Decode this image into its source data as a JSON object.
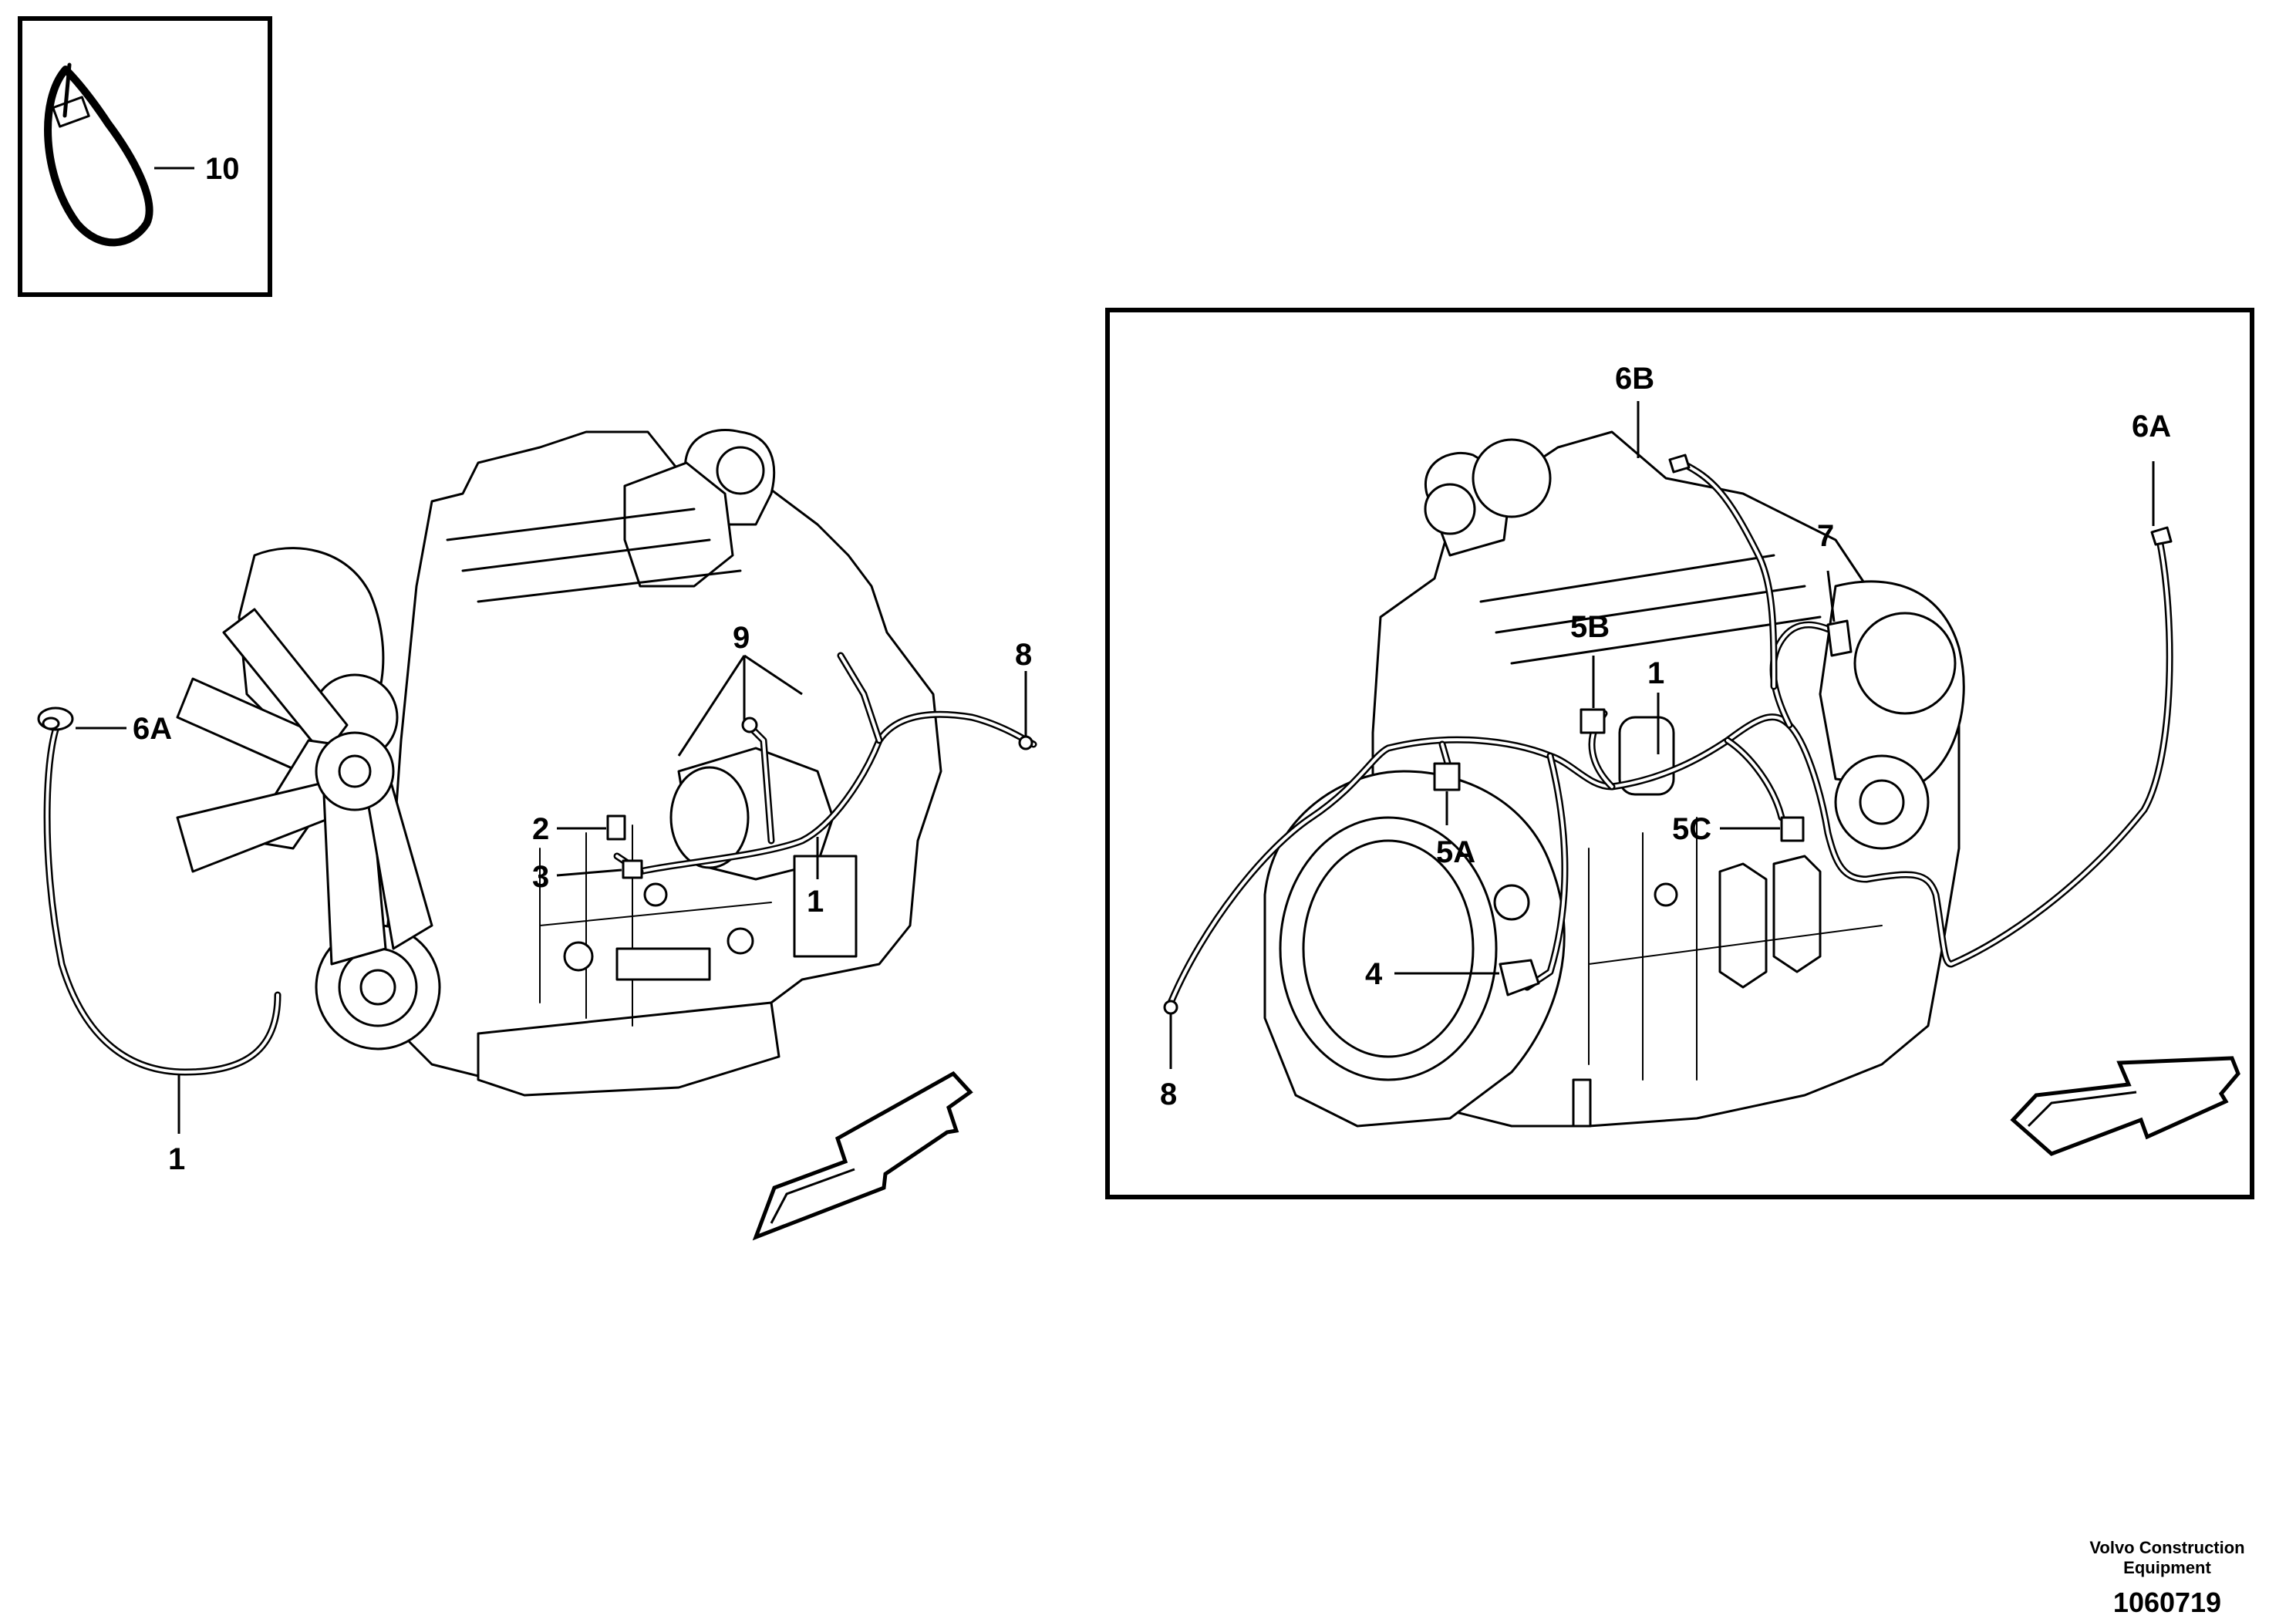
{
  "callouts": {
    "c10": "10",
    "c6a_left": "6A",
    "c9": "9",
    "c8_left": "8",
    "c2": "2",
    "c3": "3",
    "c1_mid": "1",
    "c1_left": "1",
    "c6b": "6B",
    "c6a_right": "6A",
    "c7": "7",
    "c5b": "5B",
    "c1_right": "1",
    "c5a": "5A",
    "c5c": "5C",
    "c4": "4",
    "c8_right": "8"
  },
  "footer": {
    "company_line1": "Volvo Construction",
    "company_line2": "Equipment",
    "drawing_number": "1060719"
  }
}
